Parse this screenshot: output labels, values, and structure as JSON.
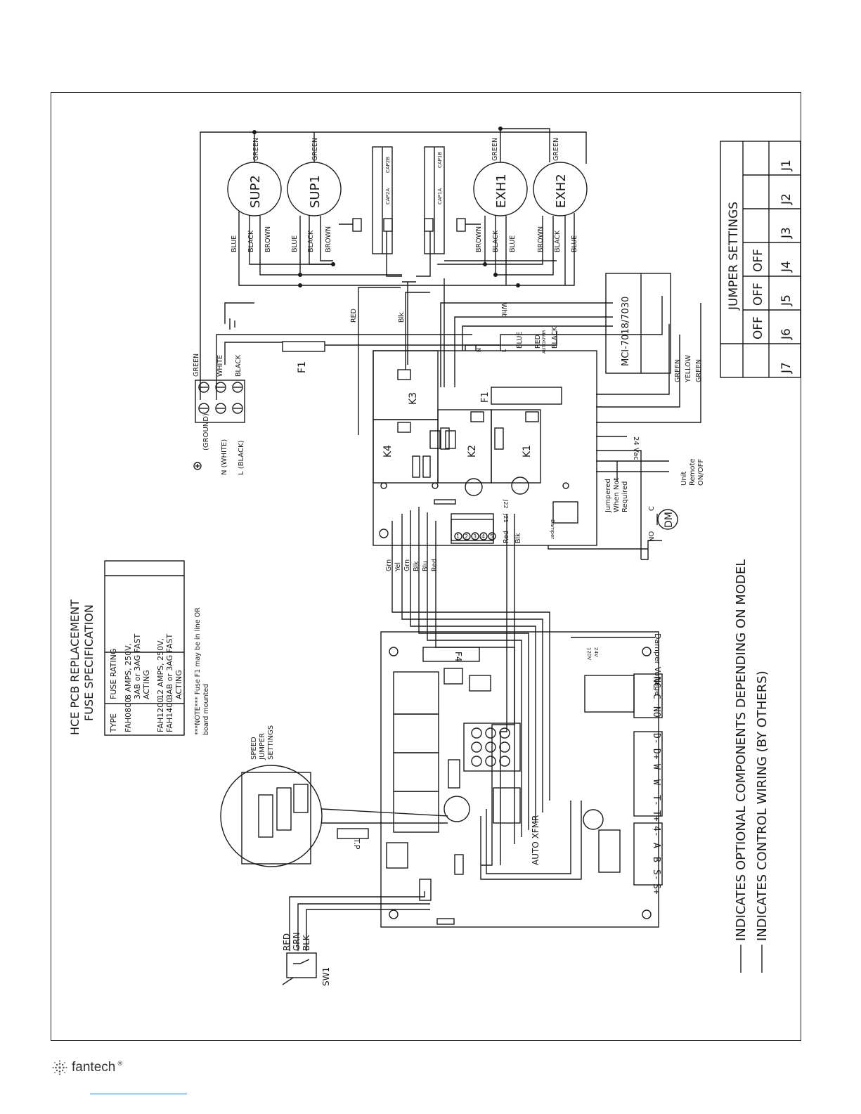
{
  "fuse_spec": {
    "title_line1": "HCE PCB REPLACEMENT",
    "title_line2": "FUSE SPECIFICATION",
    "col_type": "TYPE",
    "col_rating": "FUSE RATING",
    "row1_type": "FAH0800",
    "row1_rating_1": "8 AMPS, 250V,",
    "row1_rating_2": "3AB or 3AG FAST",
    "row1_rating_3": "ACTING",
    "row2_type_1": "FAH1200",
    "row2_type_2": "FAH1400",
    "row2_rating_1": "12 AMPS, 250V,",
    "row2_rating_2": "3AB or 3AG FAST",
    "row2_rating_3": "ACTING",
    "note_1": "***NOTE***  Fuse F1 may be in line OR",
    "note_2": "board mounted"
  },
  "jumper": {
    "title": "JUMPER SETTINGS",
    "labels": [
      "J7",
      "J6",
      "J5",
      "J4",
      "J3",
      "J2",
      "J1"
    ],
    "row_j6": "OFF",
    "row_j5": "OFF",
    "row_j4": "OFF",
    "row_j5b": "OFF",
    "row_j4b": "OFF"
  },
  "motors": {
    "sup2": "SUP2",
    "sup1": "SUP1",
    "exh1": "EXH1",
    "exh2": "EXH2"
  },
  "caps": {
    "cap2b": "CAP2B",
    "cap2a": "CAP2A",
    "cap1b": "CAP1B",
    "cap1a": "CAP1A"
  },
  "wires": {
    "green": "GREEN",
    "blue": "BLUE",
    "black": "BLACK",
    "brown": "BROWN",
    "red": "RED",
    "blk": "Blk",
    "wht": "Wht",
    "white": "WHITE",
    "yellow": "YELLOW",
    "grn": "Grn",
    "yel": "Yel",
    "blu": "Blu",
    "red_s": "Red",
    "red_u": "RED",
    "grn_u": "GRN",
    "blk_u": "BLK"
  },
  "terminals": {
    "ground": "(GROUND)",
    "neutral": "N (WHITE)",
    "line": "L (BLACK)"
  },
  "board": {
    "f1": "F1",
    "k1": "K1",
    "k2": "K2",
    "k3": "K3",
    "k4": "K4",
    "transformer": "MCI-7018/7030",
    "vac": "24 Vac",
    "remote_1": "Unit",
    "remote_2": "Remote",
    "remote_3": "ON/OFF",
    "jumpered_1": "Jumpered",
    "jumpered_2": "When Not",
    "jumpered_3": "Required",
    "dm": "DM",
    "c": "C",
    "no": "NO",
    "j21": "J21",
    "j22": "J22",
    "damper": "Damper",
    "nc_s": "NC",
    "no_s": "NO",
    "n": "N",
    "l": "L",
    "auto_xfmr": "AUTOXFMR",
    "t1": "1",
    "t2": "2",
    "t3": "3",
    "t4": "4",
    "t5": "5"
  },
  "pcb": {
    "damper_voltage": "Damper Voltage",
    "v24": "24V",
    "v120": "120V",
    "f4": "F4",
    "nc": "NC",
    "c": "C",
    "no": "NO",
    "dminus": "D-",
    "dplus": "D+",
    "w1": "W",
    "w2": "W",
    "tminus": "T-",
    "tplus": "T+",
    "g4": "4-",
    "a": "A",
    "b": "B",
    "sminus": "S-",
    "splus": "S+",
    "auto_xfmr": "AUTO XFMR",
    "tp": "T.P",
    "speed_1": "SPEED",
    "speed_2": "JUMPER",
    "speed_3": "SETTINGS",
    "sw1": "SW1"
  },
  "legend": {
    "optional": "INDICATES OPTIONAL COMPONENTS DEPENDING ON MODEL",
    "control": "INDICATES CONTROL WIRING (BY OTHERS)"
  },
  "brand": "fantech"
}
